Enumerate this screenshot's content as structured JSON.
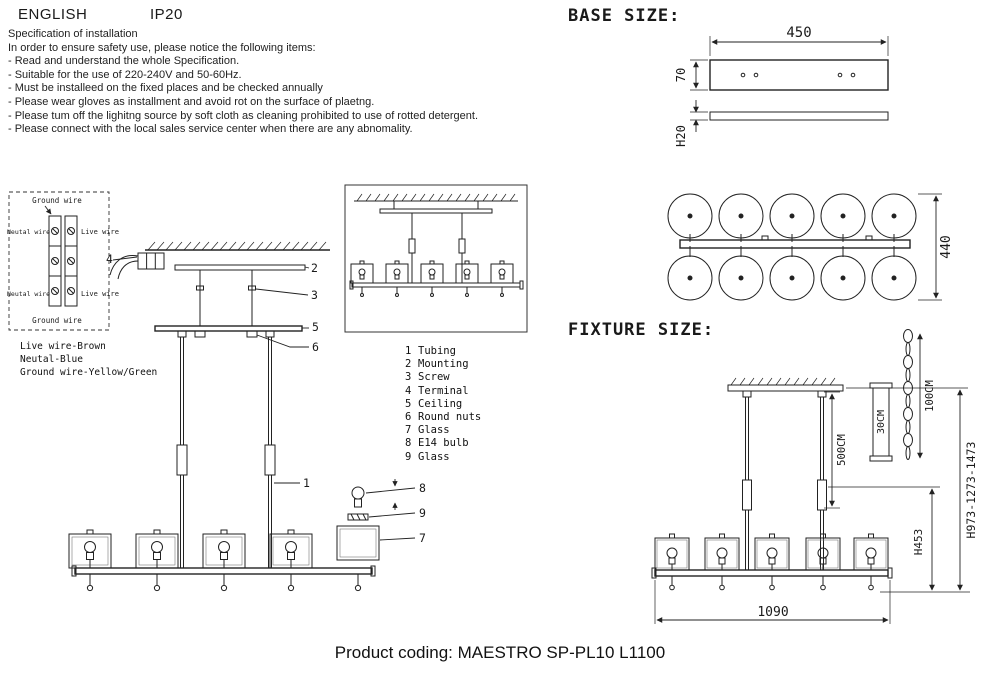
{
  "header": {
    "language": "ENGLISH",
    "protection_class": "IP20"
  },
  "specification": {
    "title": "Specification of installation",
    "intro": "In order to ensure safety use, please notice the following items:",
    "items": [
      "- Read and understand the whole Specification.",
      "- Suitable for the use of 220-240V and 50-60Hz.",
      "- Must be installeed on the fixed places and be checked annually",
      "- Please wear gloves as installment and avoid rot on the surface of plaetng.",
      "- Please tum off the lighitng source by soft cloth as cleaning prohibited to use of rotted detergent.",
      "- Please connect with the local sales service center when there are any abnomality."
    ]
  },
  "base_size": {
    "title": "BASE SIZE:",
    "width": "450",
    "height": "70",
    "thickness": "H20",
    "top_view_length": "440"
  },
  "fixture_size": {
    "title": "FIXTURE SIZE:",
    "wire_drop": "500CM",
    "rod_option": "30CM",
    "chain_option": "100CM",
    "overall_height": "H973-1273-1473",
    "body_height": "H453",
    "width": "1090"
  },
  "wiring_diagram": {
    "ground_top": "Ground wire",
    "neutral_top": "Neutal wire",
    "live_top": "Live wire",
    "neutral_bottom": "Neutal wire",
    "live_bottom": "Live wire",
    "ground_bottom": "Ground wire",
    "legend": {
      "live": "Live wire-Brown",
      "neutral": "Neutal-Blue",
      "ground": "Ground wire-Yellow/Green"
    }
  },
  "callouts": {
    "c1": "1",
    "c2": "2",
    "c3": "3",
    "c4": "4",
    "c5": "5",
    "c6": "6",
    "c7": "7",
    "c8": "8",
    "c9": "9"
  },
  "parts": [
    {
      "num": "1",
      "name": "Tubing"
    },
    {
      "num": "2",
      "name": "Mounting"
    },
    {
      "num": "3",
      "name": "Screw"
    },
    {
      "num": "4",
      "name": "Terminal"
    },
    {
      "num": "5",
      "name": "Ceiling"
    },
    {
      "num": "6",
      "name": "Round nuts"
    },
    {
      "num": "7",
      "name": "Glass"
    },
    {
      "num": "8",
      "name": "E14 bulb"
    },
    {
      "num": "9",
      "name": "Glass"
    }
  ],
  "footer": {
    "product_coding": "Product coding: MAESTRO SP-PL10 L1100"
  }
}
